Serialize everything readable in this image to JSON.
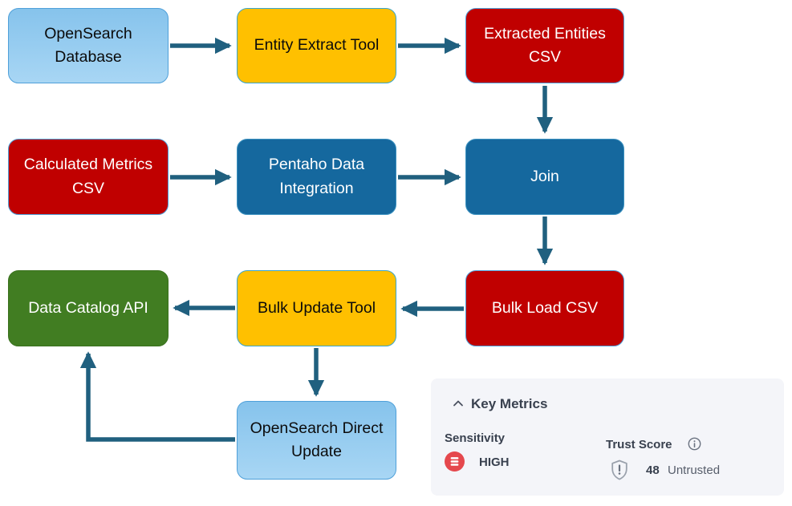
{
  "diagram": {
    "nodes": [
      {
        "id": "opensearch-database",
        "label": "OpenSearch Database",
        "fill": "#86C3EC",
        "text_color": "#000000"
      },
      {
        "id": "entity-extract-tool",
        "label": "Entity Extract Tool",
        "fill": "#FFC000",
        "text_color": "#000000"
      },
      {
        "id": "extracted-entities-csv",
        "label": "Extracted Entities CSV",
        "fill": "#C00000",
        "text_color": "#FFFFFF"
      },
      {
        "id": "calculated-metrics-csv",
        "label": "Calculated Metrics CSV",
        "fill": "#C00000",
        "text_color": "#FFFFFF"
      },
      {
        "id": "pentaho-data-integration",
        "label": "Pentaho Data Integration",
        "fill": "#15689E",
        "text_color": "#FFFFFF"
      },
      {
        "id": "join",
        "label": "Join",
        "fill": "#15689E",
        "text_color": "#FFFFFF"
      },
      {
        "id": "data-catalog-api",
        "label": "Data Catalog API",
        "fill": "#417D22",
        "text_color": "#FFFFFF"
      },
      {
        "id": "bulk-update-tool",
        "label": "Bulk Update Tool",
        "fill": "#FFC000",
        "text_color": "#000000"
      },
      {
        "id": "bulk-load-csv",
        "label": "Bulk Load CSV",
        "fill": "#C00000",
        "text_color": "#FFFFFF"
      },
      {
        "id": "opensearch-direct-update",
        "label": "OpenSearch Direct Update",
        "fill": "#86C3EC",
        "text_color": "#000000"
      }
    ],
    "edges": [
      "opensearch-database -> entity-extract-tool",
      "entity-extract-tool -> extracted-entities-csv",
      "extracted-entities-csv -> join",
      "calculated-metrics-csv -> pentaho-data-integration",
      "pentaho-data-integration -> join",
      "join -> bulk-load-csv",
      "bulk-load-csv -> bulk-update-tool",
      "bulk-update-tool -> data-catalog-api",
      "bulk-update-tool -> opensearch-direct-update",
      "opensearch-direct-update -> data-catalog-api"
    ],
    "arrow_color": "#20607F"
  },
  "key_metrics": {
    "title": "Key Metrics",
    "panel_bg": "#F4F5F9",
    "sensitivity": {
      "label": "Sensitivity",
      "value": "HIGH",
      "badge_color": "#E5484D"
    },
    "trust_score": {
      "label": "Trust Score",
      "score": "48",
      "status": "Untrusted"
    }
  }
}
